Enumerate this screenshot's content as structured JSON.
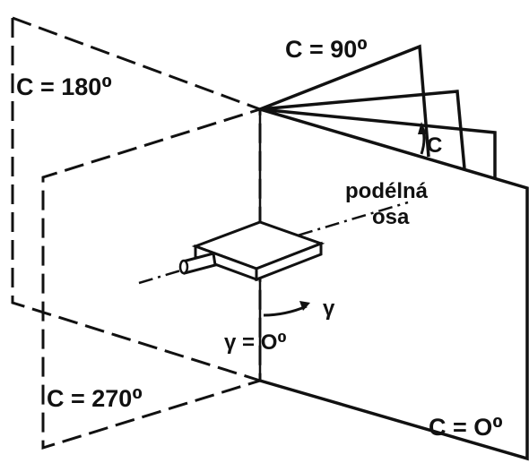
{
  "labels": {
    "c180": "C = 180⁰",
    "c90": "C = 90⁰",
    "c": "C",
    "axis_line1": "podélná",
    "axis_line2": "osa",
    "gamma": "γ",
    "gamma0": "γ = O⁰",
    "c270": "C = 270⁰",
    "c0": "C = O⁰"
  },
  "colors": {
    "ink": "#111111",
    "background": "#ffffff"
  }
}
